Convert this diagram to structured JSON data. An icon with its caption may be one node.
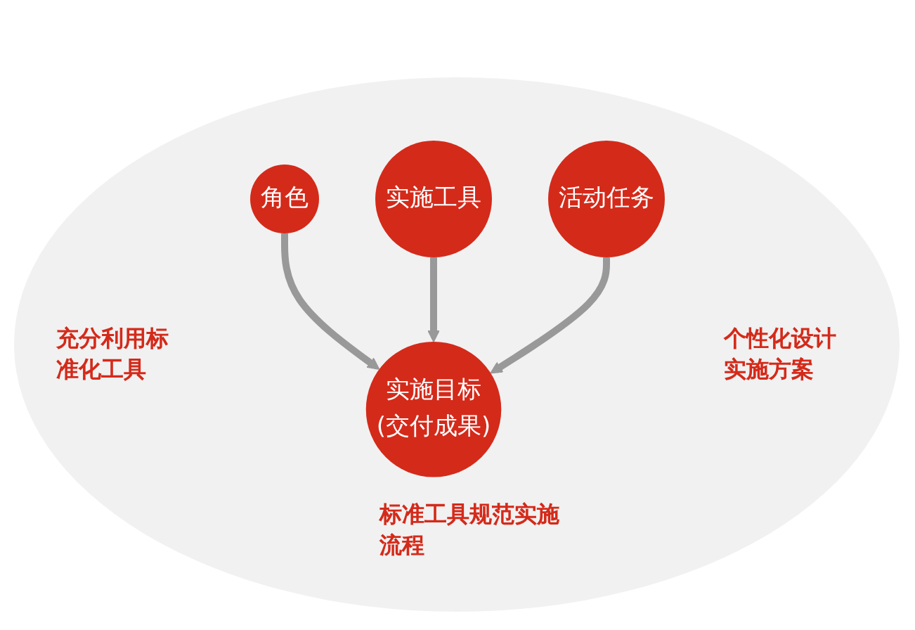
{
  "diagram": {
    "nodes": [
      {
        "text": [
          "角色"
        ]
      },
      {
        "text": [
          "实施目标",
          "(交付成果)"
        ]
      },
      {
        "text": [
          "实施工具"
        ]
      },
      {
        "text": [
          "活动任务"
        ]
      }
    ],
    "edges": [
      {
        "from": 0,
        "to": 1,
        "arrow": "to"
      },
      {
        "from": 2,
        "to": 1,
        "arrow": "to"
      },
      {
        "from": 3,
        "to": 1,
        "arrow": "to"
      }
    ],
    "labels": [
      "充分利用标准化工具",
      "个性化设计实施方案",
      "标准工具规范实施流程"
    ]
  }
}
